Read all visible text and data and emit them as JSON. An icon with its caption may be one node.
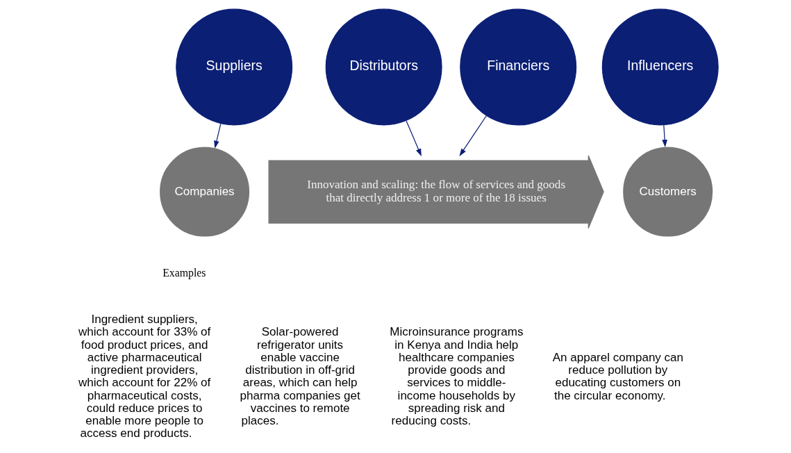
{
  "diagram": {
    "nodes": [
      {
        "text": [
          "Suppliers"
        ]
      },
      {
        "text": [
          "Distributors"
        ]
      },
      {
        "text": [
          "Financiers"
        ]
      },
      {
        "text": [
          "Influencers"
        ]
      },
      {
        "text": [
          "Companies"
        ]
      },
      {
        "text": [
          "Innovation and scaling: the flow of services and goods that directly address 1 or more of the 18 issues"
        ]
      },
      {
        "text": [
          "Customers"
        ]
      }
    ],
    "edges": [
      {
        "from": 0,
        "to": 4,
        "arrow": "to"
      },
      {
        "from": 1,
        "to": 5,
        "arrow": "to"
      },
      {
        "from": 2,
        "to": 5,
        "arrow": "to"
      },
      {
        "from": 3,
        "to": 6,
        "arrow": "to"
      }
    ],
    "labels": [
      "Examples",
      "Ingredient suppliers, which account for 33% of food product prices, and active pharmaceutical ingredient providers, which account for 22% of pharmaceutical costs, could reduce prices to enable more people to access end products.",
      "Solar-powered refrigerator units enable vaccine distribution in off-grid areas, which can help pharma companies get vaccines to remote places.",
      "Microinsurance programs in Kenya and India help healthcare companies provide goods and services to middle-income households by spreading risk and reducing costs.",
      "An apparel company can reduce pollution by educating customers on the circular economy."
    ]
  }
}
